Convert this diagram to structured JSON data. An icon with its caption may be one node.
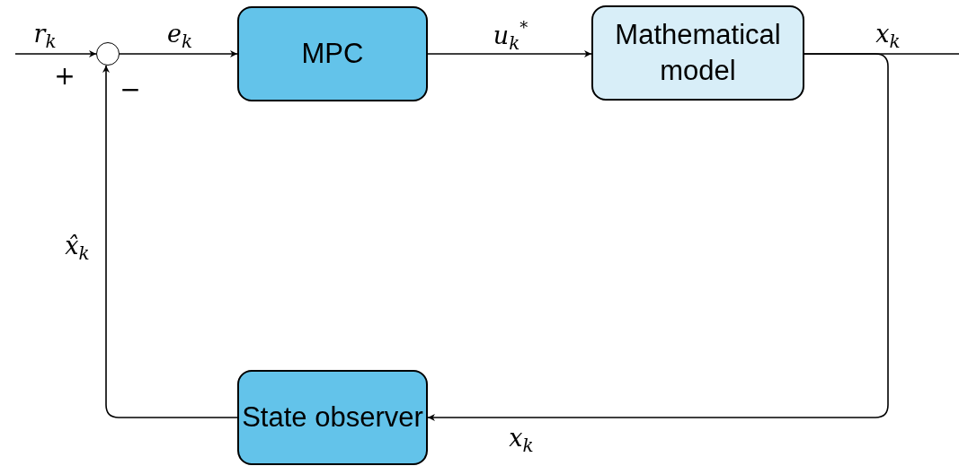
{
  "diagram": {
    "nodes": [
      {
        "text": [],
        "shape": "circle"
      },
      {
        "text": [
          "MPC"
        ]
      },
      {
        "text": [
          "Mathematical model"
        ]
      },
      {
        "text": [
          "State observer"
        ]
      }
    ],
    "edges": [
      {
        "from": null,
        "to": 0,
        "arrow": "to",
        "label": "r$_{k}$"
      },
      {
        "from": 0,
        "to": 1,
        "arrow": "to",
        "label": "e$_{k}$"
      },
      {
        "from": 1,
        "to": 2,
        "arrow": "to",
        "label": "u$_{k}$$^{*}$"
      },
      {
        "from": 2,
        "to": null,
        "arrow": "none",
        "label": "x$_{k}$"
      },
      {
        "from": 2,
        "to": 3,
        "arrow": "to",
        "label": "x$_{k}$"
      },
      {
        "from": 3,
        "to": 0,
        "arrow": "to",
        "label": "x̂$_{k}$"
      }
    ],
    "labels": [
      "+",
      "−"
    ]
  }
}
